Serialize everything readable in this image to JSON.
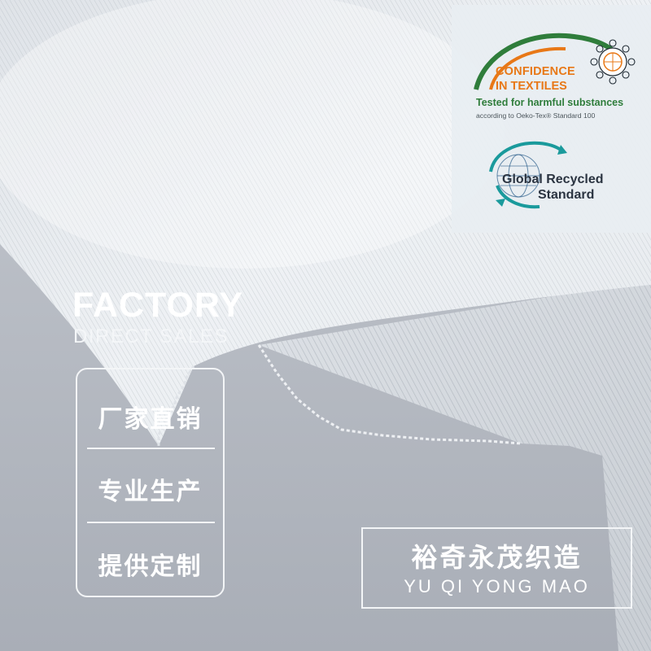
{
  "headline": {
    "title": "FACTORY",
    "subtitle": "DIRECT SALES"
  },
  "features": [
    "厂家直销",
    "专业生产",
    "提供定制"
  ],
  "brand": {
    "chinese": "裕奇永茂织造",
    "english": "YU QI YONG MAO"
  },
  "certifications": {
    "oeko_tex": {
      "line1": "CONFIDENCE",
      "line2": "IN TEXTILES",
      "tested": "Tested for harmful substances",
      "according": "according to Oeko-Tex® Standard 100"
    },
    "grs": {
      "line1": "Global Recycled",
      "line2": "Standard"
    }
  },
  "colors": {
    "oeko_orange": "#e87817",
    "oeko_green": "#2f7d3b",
    "grs_teal": "#1a9a9c",
    "grs_blue": "#2a5c8a",
    "text_white": "#ffffff"
  }
}
